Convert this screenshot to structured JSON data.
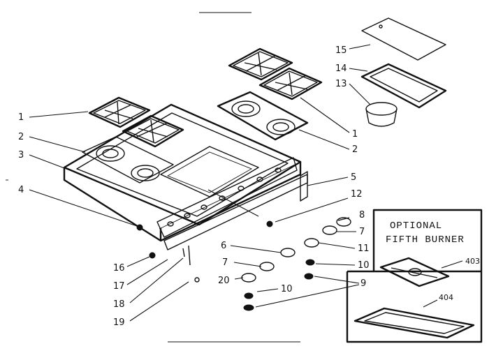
{
  "callouts": {
    "c1_left": "1",
    "c2_left": "2",
    "c3": "3",
    "c4": "4",
    "c16": "16",
    "c17": "17",
    "c18": "18",
    "c19": "19",
    "c20": "20",
    "c6": "6",
    "c7_mid": "7",
    "c10_mid": "10",
    "c9": "9",
    "c10_right": "10",
    "c11": "11",
    "c7_right": "7",
    "c8": "8",
    "c12": "12",
    "c5": "5",
    "c2_right": "2",
    "c1_right": "1",
    "c13": "13",
    "c14": "14",
    "c15": "15",
    "c403": "403",
    "c404": "404"
  },
  "inset": {
    "title_line1": "OPTIONAL",
    "title_line2": "FIFTH BURNER"
  }
}
